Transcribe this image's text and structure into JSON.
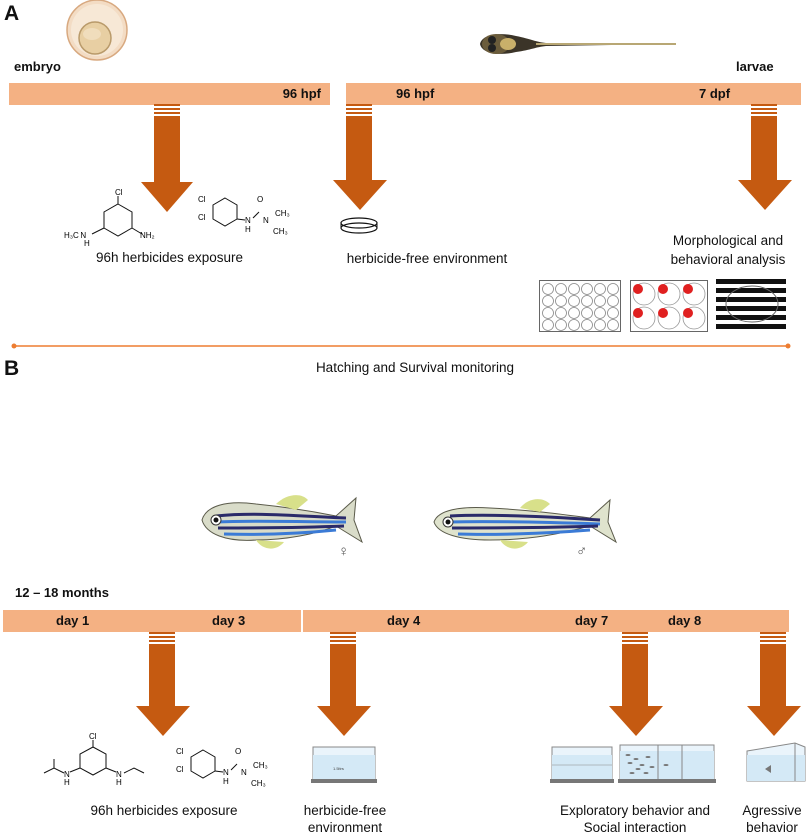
{
  "panel_a": {
    "letter": "A",
    "embryo_label": "embryo",
    "larvae_label": "larvae",
    "bar1_label": "96 hpf",
    "bar2_label_left": "96 hpf",
    "bar2_label_right": "7 dpf",
    "caption_exposure": "96h herbicides exposure",
    "caption_free": "herbicide-free environment",
    "caption_analysis_1": "Morphological and",
    "caption_analysis_2": "behavioral analysis",
    "monitoring_label": "Hatching and Survival monitoring",
    "atrazine_labels": {
      "cl": "Cl",
      "nh_left": "H₃C N",
      "h": "H",
      "nh2": "NH₂"
    },
    "diuron_labels": {
      "cl1": "Cl",
      "cl2": "Cl",
      "n1": "N",
      "h": "H",
      "n2": "N",
      "o": "O",
      "ch3a": "CH₃",
      "ch3b": "CH₃"
    }
  },
  "panel_b": {
    "letter": "B",
    "female_symbol": "♀",
    "male_symbol": "♂",
    "age_label": "12 – 18 months",
    "bar1_day1": "day 1",
    "bar1_day3": "day 3",
    "bar2_day4": "day 4",
    "bar2_day7": "day 7",
    "bar2_day8": "day 8",
    "caption_exposure": "96h herbicides exposure",
    "caption_free_1": "herbicide-free",
    "caption_free_2": "environment",
    "caption_exploratory_1": "Exploratory behavior and",
    "caption_exploratory_2": "Social interaction",
    "caption_aggressive_1": "Agressive",
    "caption_aggressive_2": "behavior",
    "terbuthylazine_labels": {
      "cl": "Cl",
      "n1": "N",
      "h1": "H",
      "n2": "N",
      "h2": "H"
    },
    "diuron_labels": {
      "cl1": "Cl",
      "cl2": "Cl",
      "n1": "N",
      "h": "H",
      "n2": "N",
      "o": "O",
      "ch3a": "CH₃",
      "ch3b": "CH₃"
    }
  },
  "colors": {
    "bar": "#f4b183",
    "arrow": "#c55a11",
    "arrow_dark": "#a84a0c",
    "line": "#ed7d31"
  }
}
